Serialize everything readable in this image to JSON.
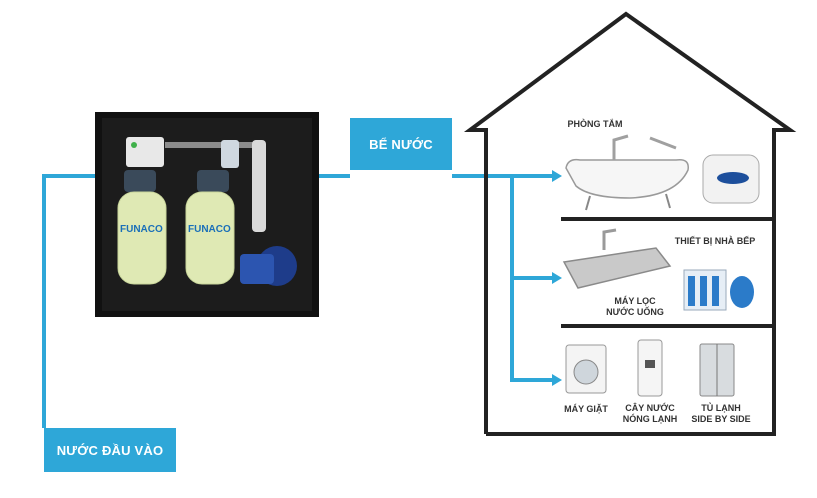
{
  "labels": {
    "input": "NƯỚC ĐẦU VÀO",
    "tank": "BỂ NƯỚC"
  },
  "rooms": {
    "bathroom": {
      "title": "PHÒNG TẮM"
    },
    "kitchen": {
      "title": "THIẾT BỊ NHÀ BẾP",
      "filter_line1": "MÁY LỌC",
      "filter_line2": "NƯỚC UỐNG"
    },
    "laundry": {
      "washer": "MÁY GIẶT",
      "dispenser_line1": "CÂY NƯỚC",
      "dispenser_line2": "NÓNG LẠNH",
      "fridge_line1": "TỦ LẠNH",
      "fridge_line2": "SIDE BY SIDE"
    }
  },
  "brand": {
    "logo": "FUNACO"
  },
  "colors": {
    "pipe": "#2ea7d8",
    "house_outline": "#222222",
    "cabinet": "#111111"
  }
}
